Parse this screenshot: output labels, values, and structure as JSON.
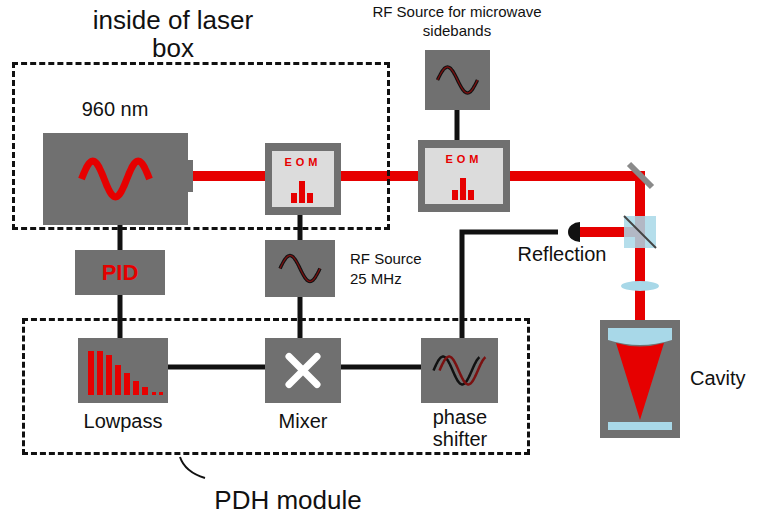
{
  "diagram": {
    "nodes": [
      {
        "text": [
          "inside of laser box"
        ]
      },
      {
        "text": [
          "960 nm"
        ],
        "in": 0
      },
      {
        "text": [
          "EOM"
        ],
        "in": 0
      },
      {
        "text": [
          "RF Source for microwave sidebands"
        ]
      },
      {
        "text": [
          "EOM"
        ]
      },
      {
        "text": [
          "Reflection"
        ]
      },
      {
        "text": [
          "PID"
        ]
      },
      {
        "text": [
          "RF Source 25 MHz"
        ]
      },
      {
        "text": [
          "PDH module"
        ]
      },
      {
        "text": [
          "Lowpass"
        ],
        "in": 8
      },
      {
        "text": [
          "Mixer"
        ],
        "in": 8
      },
      {
        "text": [
          "phase shifter"
        ],
        "in": 8
      },
      {
        "text": [
          "Cavity"
        ]
      }
    ],
    "edges": [
      {
        "from": 1,
        "to": 2,
        "arrow": "none"
      },
      {
        "from": 2,
        "to": 4,
        "arrow": "none"
      },
      {
        "from": 4,
        "to": 12,
        "arrow": "none"
      },
      {
        "from": 3,
        "to": 4,
        "arrow": "none"
      },
      {
        "from": 1,
        "to": 6,
        "arrow": "none"
      },
      {
        "from": 6,
        "to": 9,
        "arrow": "none"
      },
      {
        "from": 2,
        "to": 7,
        "arrow": "none"
      },
      {
        "from": 7,
        "to": 10,
        "arrow": "none"
      },
      {
        "from": 9,
        "to": 10,
        "arrow": "none"
      },
      {
        "from": 10,
        "to": 11,
        "arrow": "none"
      },
      {
        "from": 11,
        "to": 5,
        "arrow": "none"
      }
    ]
  }
}
